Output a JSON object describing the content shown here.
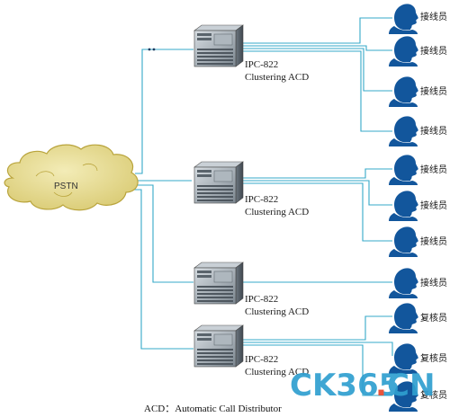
{
  "pstn_label": "PSTN",
  "acd_units": [
    {
      "model": "IPC-822",
      "desc": "Clustering ACD"
    },
    {
      "model": "IPC-822",
      "desc": "Clustering ACD"
    },
    {
      "model": "IPC-822",
      "desc": "Clustering ACD"
    },
    {
      "model": "IPC-822",
      "desc": "Clustering ACD"
    }
  ],
  "operators": [
    {
      "label": "接线员",
      "role": "operator"
    },
    {
      "label": "接线员",
      "role": "operator"
    },
    {
      "label": "接线员",
      "role": "operator"
    },
    {
      "label": "接线员",
      "role": "operator"
    },
    {
      "label": "接线员",
      "role": "operator"
    },
    {
      "label": "接线员",
      "role": "operator"
    },
    {
      "label": "接线员",
      "role": "operator"
    },
    {
      "label": "接线员",
      "role": "operator"
    },
    {
      "label": "复核员",
      "role": "reviewer"
    },
    {
      "label": "复核员",
      "role": "reviewer"
    },
    {
      "label": "复核员",
      "role": "reviewer"
    }
  ],
  "legend": "ACD：Automatic Call Distributor",
  "watermark": {
    "main": "CK365",
    "dot": ".",
    "suffix": "CN"
  },
  "colors": {
    "line": "#34a8c8",
    "cloud": "#e5d98a",
    "cloud_edge": "#b9a43c",
    "head": "#12569c",
    "server": "#9aa4ac"
  }
}
